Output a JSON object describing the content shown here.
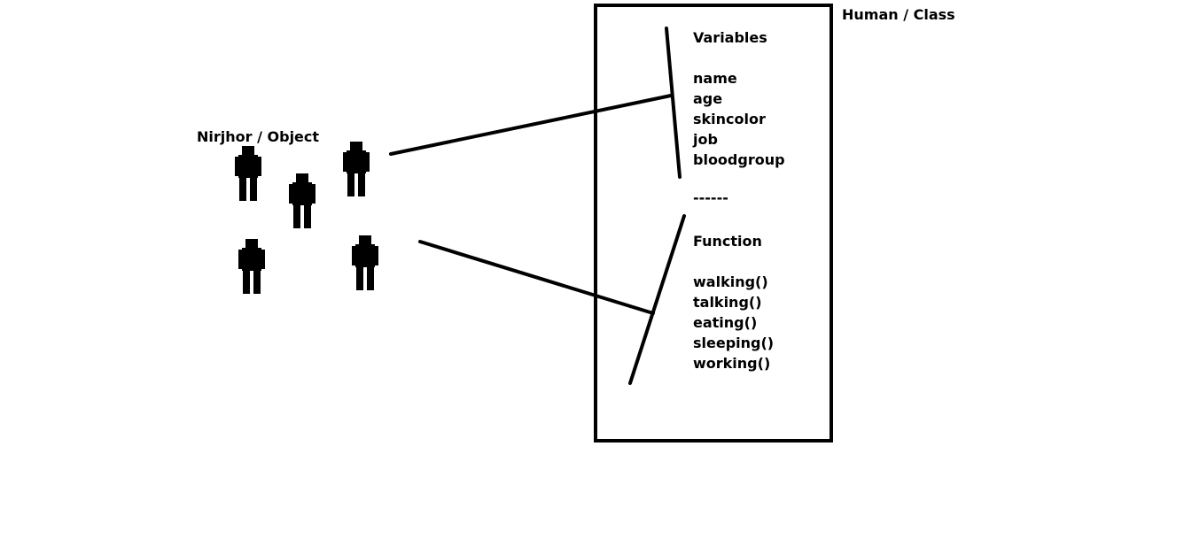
{
  "class_box": {
    "title": "Human / Class",
    "variables": {
      "heading": "Variables",
      "items": [
        "name",
        "age",
        "skincolor",
        "job",
        "bloodgroup"
      ]
    },
    "separator": "------",
    "functions": {
      "heading": "Function",
      "items": [
        "walking()",
        "talking()",
        "eating()",
        "sleeping()",
        "working()"
      ]
    }
  },
  "objects": {
    "title": "Nirjhor / Object",
    "icon": "person-icon",
    "count": 5
  },
  "colors": {
    "background": "#ffffff",
    "ink": "#000000"
  }
}
